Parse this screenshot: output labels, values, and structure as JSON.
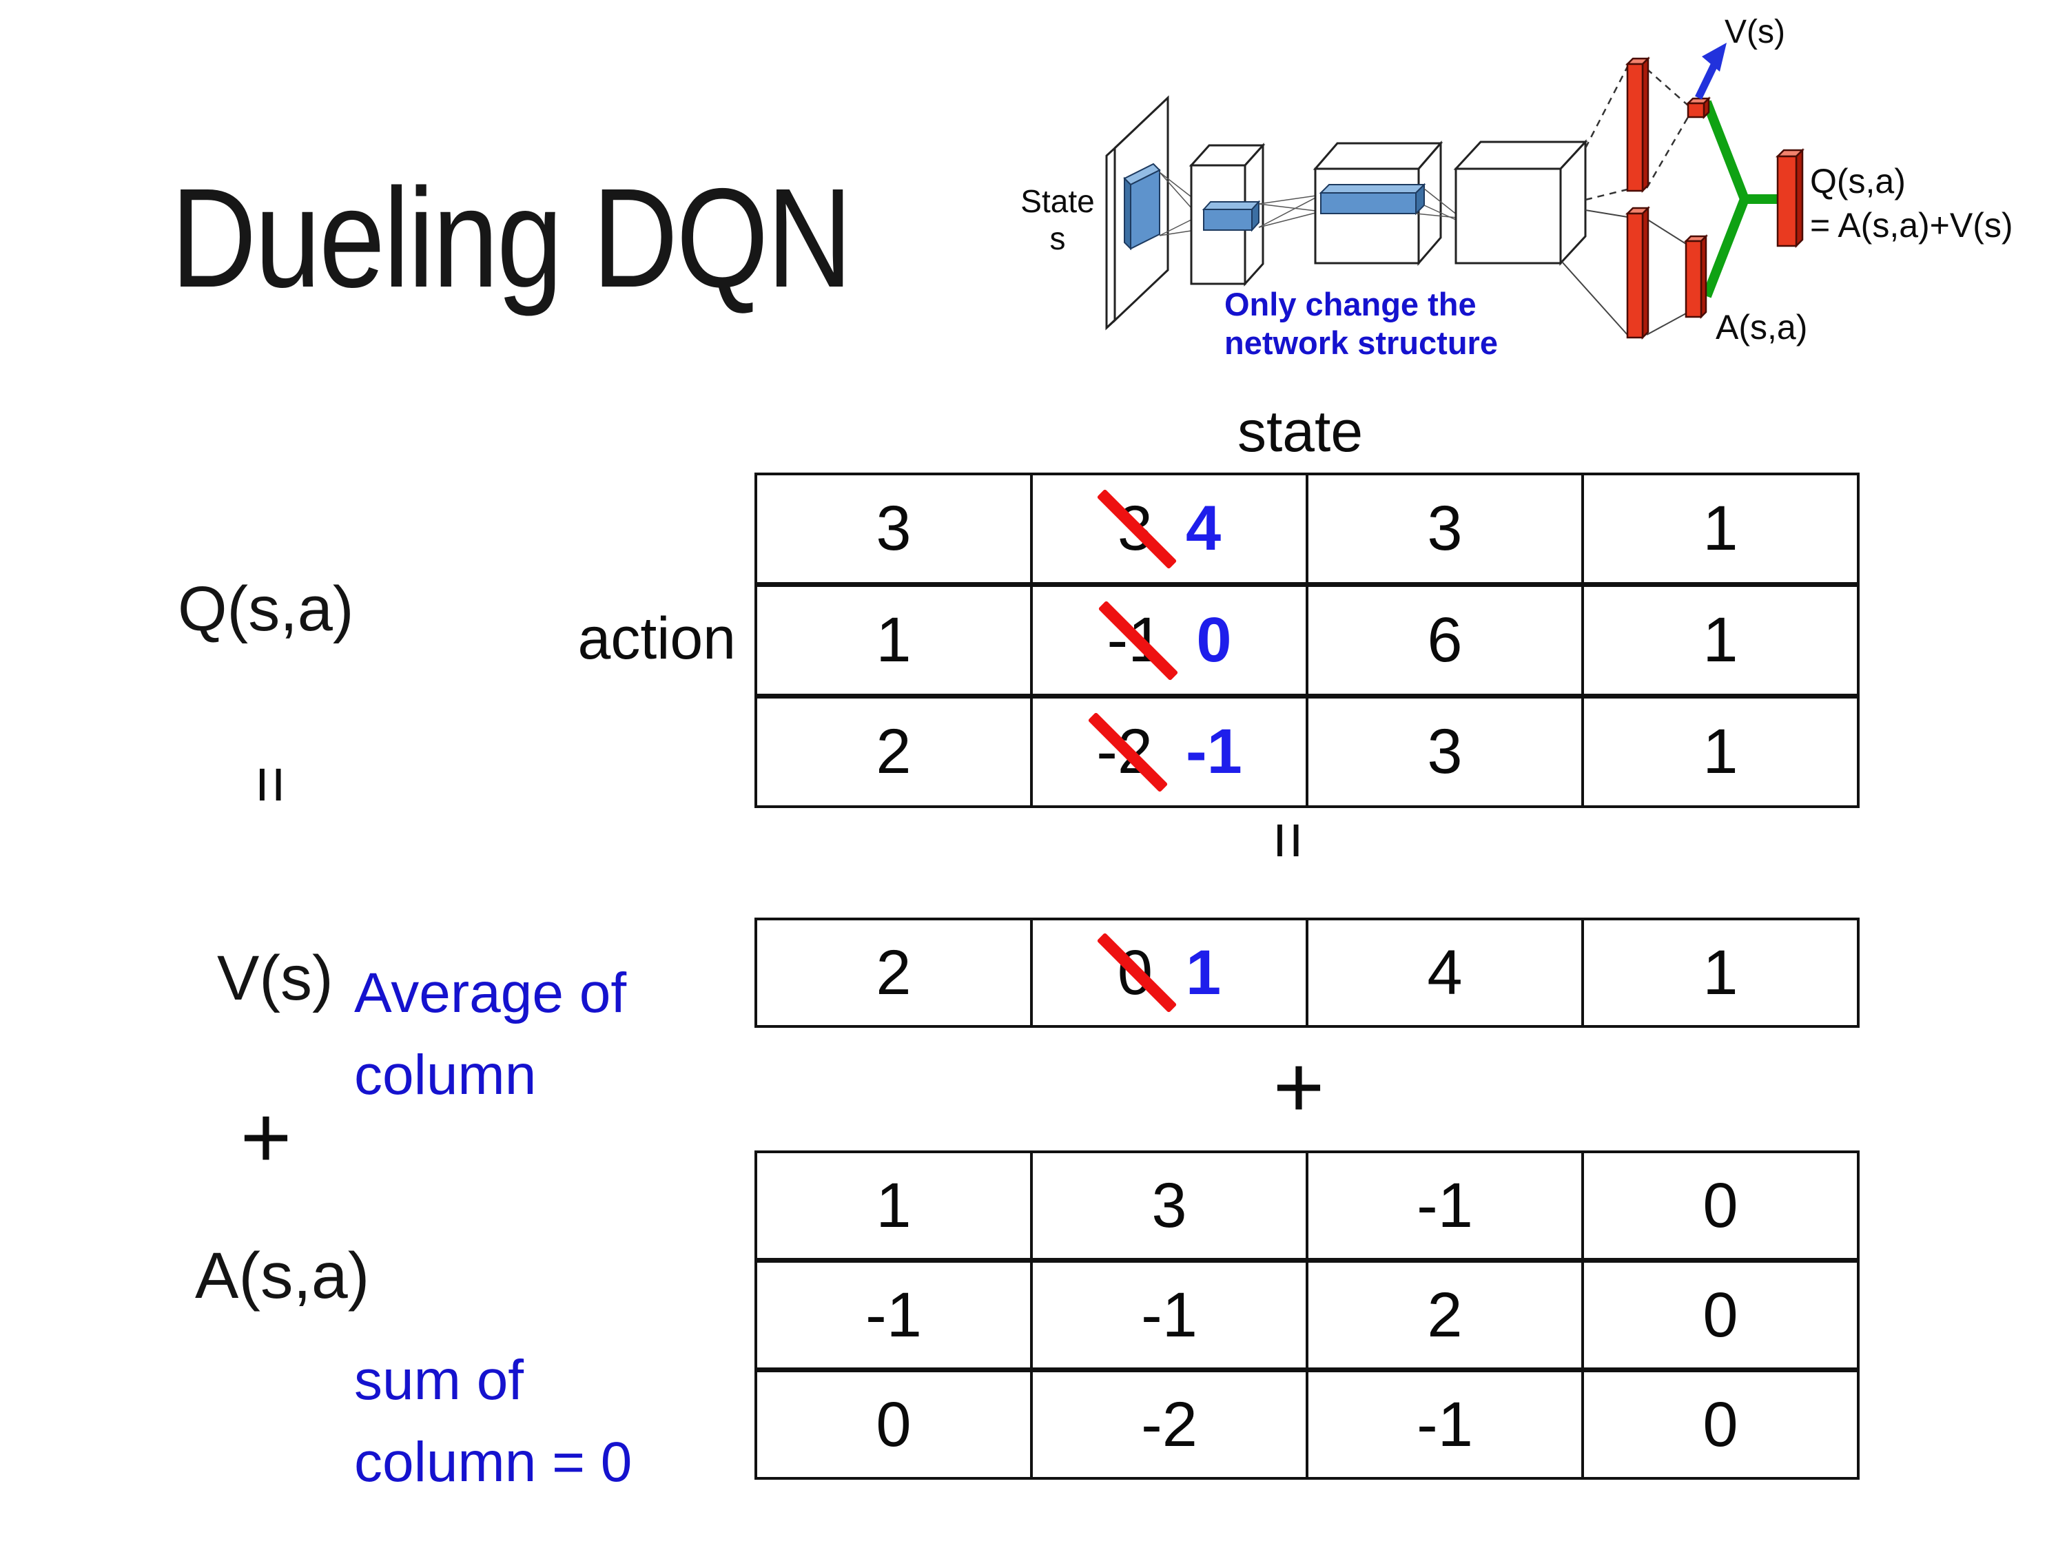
{
  "title": "Dueling DQN",
  "colors": {
    "annotation_blue": "#1512ce",
    "corrected_value_blue": "#1e1eeb",
    "strikethrough_red": "#ee1111",
    "bar_red": "#e93a20",
    "merge_green": "#0fa213",
    "arrow_blue": "#2232dc"
  },
  "diagram": {
    "state_label_line1": "State",
    "state_label_line2": "s",
    "note_line1": "Only change the",
    "note_line2": "network structure",
    "v_output_label": "V(s)",
    "q_output_label": "Q(s,a)",
    "q_output_formula": "= A(s,a)+V(s)",
    "a_output_label": "A(s,a)"
  },
  "equation": {
    "q_label": "Q(s,a)",
    "equals_left": "=",
    "equals_center": "=",
    "v_label": "V(s)",
    "plus_left": "+",
    "plus_center": "+",
    "a_label": "A(s,a)",
    "state_header": "state",
    "action_header": "action",
    "v_note_line1": "Average of",
    "v_note_line2": "column",
    "a_note_line1": "sum of",
    "a_note_line2": "column = 0"
  },
  "tables": {
    "q": {
      "rows": [
        [
          {
            "v": "3"
          },
          {
            "old": "3",
            "new": "4"
          },
          {
            "v": "3"
          },
          {
            "v": "1"
          }
        ],
        [
          {
            "v": "1"
          },
          {
            "old": "-1",
            "new": "0"
          },
          {
            "v": "6"
          },
          {
            "v": "1"
          }
        ],
        [
          {
            "v": "2"
          },
          {
            "old": "-2",
            "new": "-1"
          },
          {
            "v": "3"
          },
          {
            "v": "1"
          }
        ]
      ]
    },
    "v": {
      "rows": [
        [
          {
            "v": "2"
          },
          {
            "old": "0",
            "new": "1"
          },
          {
            "v": "4"
          },
          {
            "v": "1"
          }
        ]
      ]
    },
    "a": {
      "rows": [
        [
          {
            "v": "1"
          },
          {
            "v": "3"
          },
          {
            "v": "-1"
          },
          {
            "v": "0"
          }
        ],
        [
          {
            "v": "-1"
          },
          {
            "v": "-1"
          },
          {
            "v": "2"
          },
          {
            "v": "0"
          }
        ],
        [
          {
            "v": "0"
          },
          {
            "v": "-2"
          },
          {
            "v": "-1"
          },
          {
            "v": "0"
          }
        ]
      ]
    }
  }
}
